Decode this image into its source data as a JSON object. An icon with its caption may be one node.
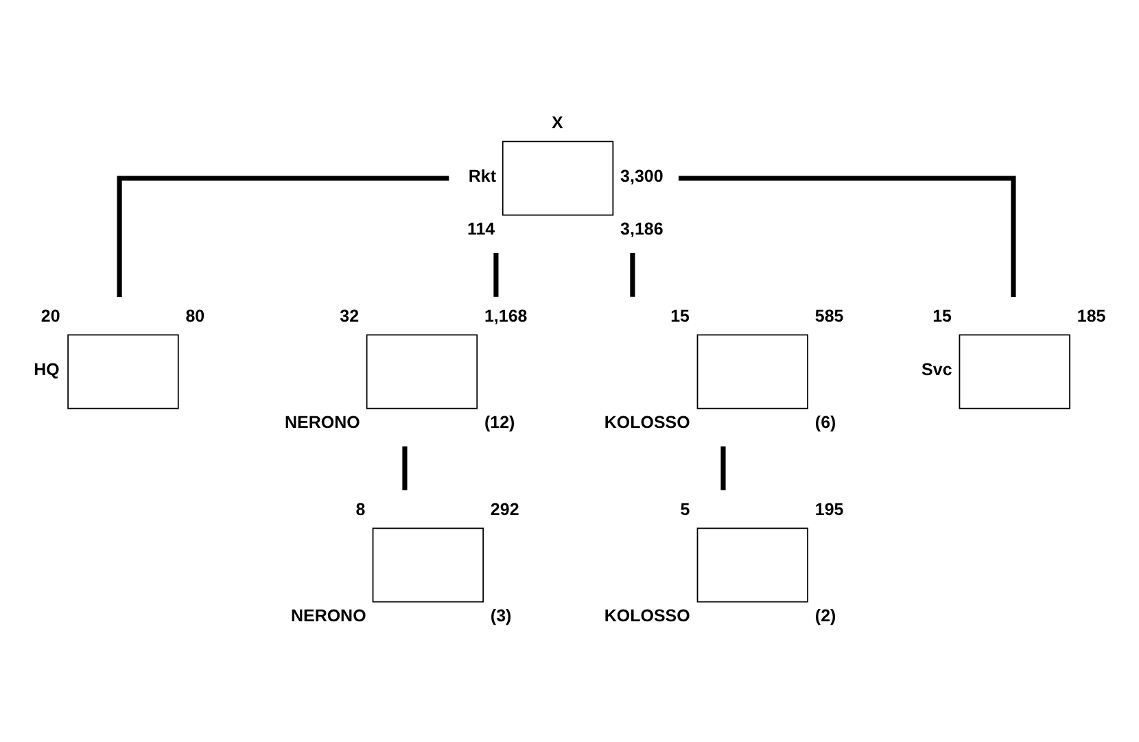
{
  "diagram": {
    "nodes": [
      {
        "text": [],
        "shape": "box",
        "beside": [
          "X",
          "Rkt",
          "3,300",
          "114",
          "3,186"
        ]
      },
      {
        "text": [],
        "shape": "box",
        "beside": [
          "20",
          "80",
          "HQ"
        ]
      },
      {
        "text": [],
        "shape": "box",
        "beside": [
          "32",
          "1,168",
          "NERONO",
          "(12)"
        ]
      },
      {
        "text": [],
        "shape": "box",
        "beside": [
          "15",
          "585",
          "KOLOSSO",
          "(6)"
        ]
      },
      {
        "text": [],
        "shape": "box",
        "beside": [
          "15",
          "185",
          "Svc"
        ]
      },
      {
        "text": [],
        "shape": "box",
        "beside": [
          "8",
          "292",
          "NERONO",
          "(3)"
        ]
      },
      {
        "text": [],
        "shape": "box",
        "beside": [
          "5",
          "195",
          "KOLOSSO",
          "(2)"
        ]
      }
    ],
    "edges": [
      {
        "from": 0,
        "to": 1,
        "arrow": "none"
      },
      {
        "from": 0,
        "to": 2,
        "arrow": "none"
      },
      {
        "from": 0,
        "to": 3,
        "arrow": "none"
      },
      {
        "from": 0,
        "to": 4,
        "arrow": "none"
      },
      {
        "from": 2,
        "to": 5,
        "arrow": "none"
      },
      {
        "from": 3,
        "to": 6,
        "arrow": "none"
      }
    ]
  }
}
